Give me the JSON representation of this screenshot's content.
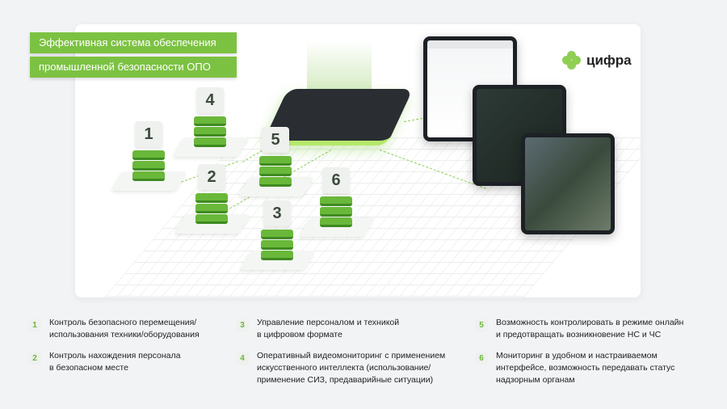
{
  "banner": {
    "line1": "Эффективная система обеспечения",
    "line2": "промышленной безопасности ОПО"
  },
  "logo": {
    "text": "цифра"
  },
  "stacks": [
    "1",
    "2",
    "3",
    "4",
    "5",
    "6"
  ],
  "legend": [
    {
      "num": "1",
      "line1": "Контроль безопасного  перемещения/",
      "line2": "использования техники/оборудования",
      "line3": ""
    },
    {
      "num": "2",
      "line1": "Контроль нахождения персонала",
      "line2": "в безопасном месте",
      "line3": ""
    },
    {
      "num": "3",
      "line1": "Управление персоналом и техникой",
      "line2": "в цифровом формате",
      "line3": ""
    },
    {
      "num": "4",
      "line1": "Оперативный видеомониторинг с применением",
      "line2": "искусственного интеллекта (использование/",
      "line3": "применение СИЗ, предаварийные ситуации)"
    },
    {
      "num": "5",
      "line1": "Возможность контролировать в режиме онлайн",
      "line2": "и предотвращать возникновение НС и ЧС",
      "line3": ""
    },
    {
      "num": "6",
      "line1": "Мониторинг в удобном и настраиваемом",
      "line2": "интерфейсе, возможность передавать статус",
      "line3": "надзорным органам"
    }
  ],
  "colors": {
    "accent": "#7cc242",
    "dark": "#2a2e33"
  }
}
